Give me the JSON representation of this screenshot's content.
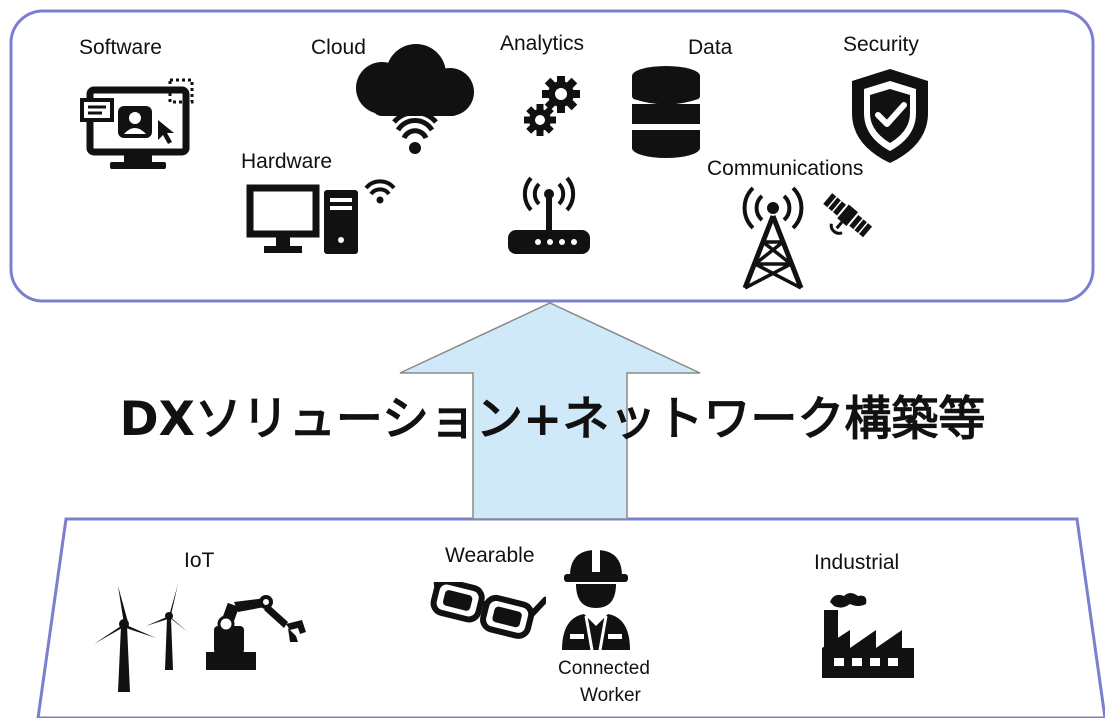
{
  "top_panel": {
    "labels": {
      "software": "Software",
      "cloud": "Cloud",
      "analytics": "Analytics",
      "data": "Data",
      "security": "Security",
      "hardware": "Hardware",
      "communications": "Communications"
    }
  },
  "headline": "DXソリューション+ネットワーク構築等",
  "bottom_panel": {
    "labels": {
      "iot": "IoT",
      "wearable": "Wearable",
      "industrial": "Industrial",
      "connected_worker_line1": "Connected",
      "connected_worker_line2": "Worker"
    }
  },
  "colors": {
    "panel_border": "#7b7fce",
    "arrow_fill": "#cfe9f8",
    "arrow_stroke": "#8a8a8a",
    "icon": "#111111"
  }
}
